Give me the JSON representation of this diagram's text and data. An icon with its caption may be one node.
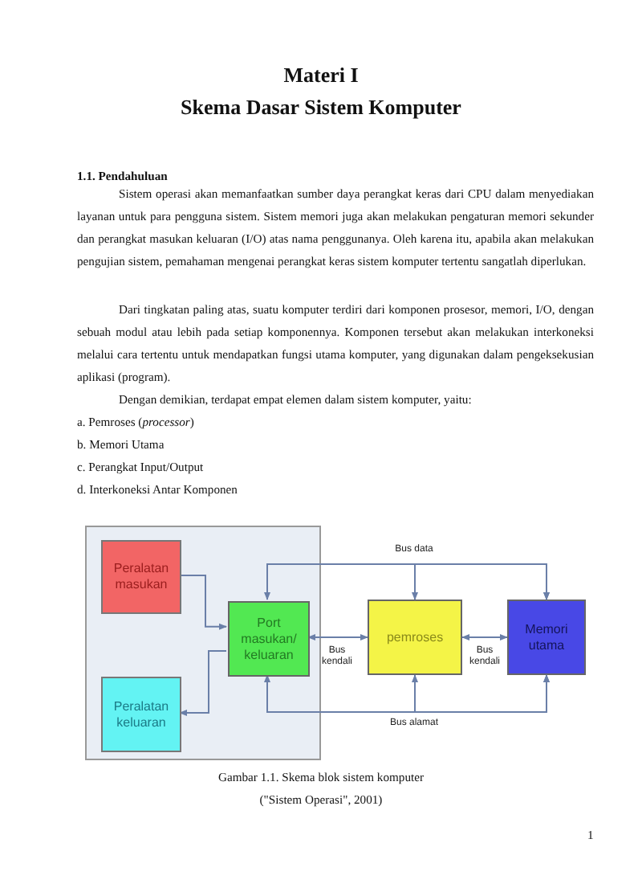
{
  "diagram": {
    "title": "Materi I",
    "caption": "Gambar 1.1. Skema blok sistem komputer",
    "nodes": [
      {
        "text": [],
        "shape": "box"
      },
      {
        "text": [
          "Peralatan masukan"
        ],
        "in": 0
      },
      {
        "text": [
          "Peralatan keluaran"
        ],
        "in": 0
      },
      {
        "text": [
          "Port masukan/ keluaran"
        ],
        "in": 0
      },
      {
        "text": [
          "pemroses"
        ]
      },
      {
        "text": [
          "Memori utama"
        ]
      }
    ],
    "edges": [
      {
        "from": 1,
        "to": 3,
        "arrow": "to"
      },
      {
        "from": 3,
        "to": 2,
        "arrow": "to"
      },
      {
        "from": 3,
        "to": 4,
        "arrow": "both",
        "label": "Bus kendali"
      },
      {
        "from": 4,
        "to": 5,
        "arrow": "both",
        "label": "Bus kendali"
      },
      {
        "from": 3,
        "to": 5,
        "arrow": "both",
        "label": "Bus data"
      },
      {
        "from": 4,
        "to": 5,
        "arrow": "both"
      },
      {
        "from": 3,
        "to": 5,
        "arrow": "both",
        "label": "Bus alamat"
      },
      {
        "from": 4,
        "to": 5,
        "arrow": "both"
      }
    ],
    "labels": [
      "Skema Dasar Sistem Komputer",
      "1.1. Pendahuluan",
      "Sistem operasi akan memanfaatkan sumber daya perangkat keras dari CPU dalam menyediakan layanan untuk para pengguna sistem. Sistem memori juga akan melakukan pengaturan memori sekunder dan perangkat masukan keluaran (I/O) atas nama penggunanya. Oleh karena itu, apabila akan melakukan pengujian sistem, pemahaman mengenai perangkat keras sistem komputer tertentu sangatlah diperlukan.",
      "Dari tingkatan paling atas, suatu komputer terdiri dari komponen prosesor, memori, I/O, dengan sebuah modul atau lebih pada setiap komponennya. Komponen tersebut akan melakukan interkoneksi melalui cara tertentu untuk mendapatkan fungsi utama komputer, yang digunakan dalam pengeksekusian aplikasi (program).",
      "Dengan demikian, terdapat empat elemen dalam sistem komputer, yaitu:",
      "a. Pemroses (*processor*)",
      "b. Memori Utama",
      "c. Perangkat Input/Output",
      "d. Interkoneksi Antar Komponen",
      "(\"Sistem Operasi\", 2001)",
      "1"
    ]
  }
}
